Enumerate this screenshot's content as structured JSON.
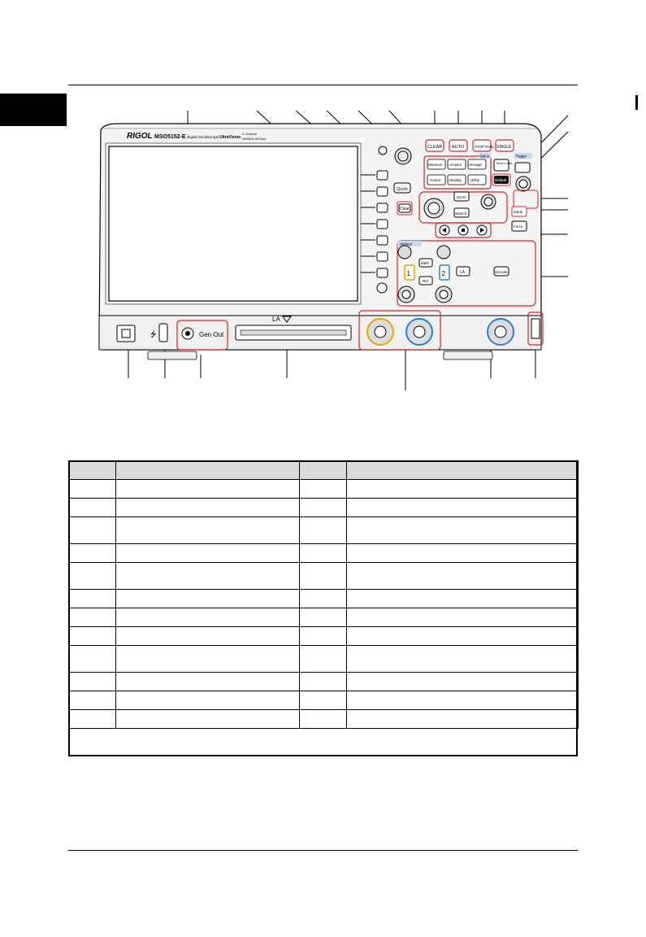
{
  "panel": {
    "brand": "RIGOL",
    "model": "MSO5152-E",
    "model_desc": "Digital Oscilloscope",
    "ultravision": "UltraVision",
    "channels_line1": "2 Channel",
    "channels_line2": "150MHz 8GSa/s",
    "gen_out": "Gen Out",
    "la_label": "LA",
    "keys": {
      "clear": "CLEAR",
      "auto": "AUTO",
      "stop_run": "STOP RUN",
      "single": "SINGLE",
      "measure": "Measure",
      "acquire": "Acquire",
      "storage": "Storage",
      "cursor": "Cursor",
      "display": "Display",
      "utility": "Utility",
      "menu": "Menu",
      "trigger": "Trigger",
      "touch_lock": "Touch Lock",
      "default": "Default",
      "mode": "Mode",
      "force": "Force",
      "quick": "Quick",
      "clear_btn": "Clear",
      "zoom": "Zoom",
      "search": "Search",
      "vertical": "Vertical",
      "math": "Math",
      "ref": "Ref",
      "ch1": "1",
      "ch2": "2",
      "la": "LA",
      "decode": "Decode"
    }
  },
  "table": {
    "headers": [
      "",
      "",
      "",
      ""
    ],
    "rows": [
      [
        "",
        "",
        "",
        ""
      ],
      [
        "",
        "",
        "",
        ""
      ],
      [
        "",
        "",
        "",
        ""
      ],
      [
        "",
        "",
        "",
        ""
      ],
      [
        "",
        "",
        "",
        ""
      ],
      [
        "",
        "",
        "",
        ""
      ],
      [
        "",
        "",
        "",
        ""
      ],
      [
        "",
        "",
        "",
        ""
      ],
      [
        "",
        "",
        "",
        ""
      ],
      [
        "",
        "",
        "",
        ""
      ],
      [
        "",
        "",
        "",
        ""
      ],
      [
        "",
        "",
        "",
        ""
      ]
    ]
  }
}
